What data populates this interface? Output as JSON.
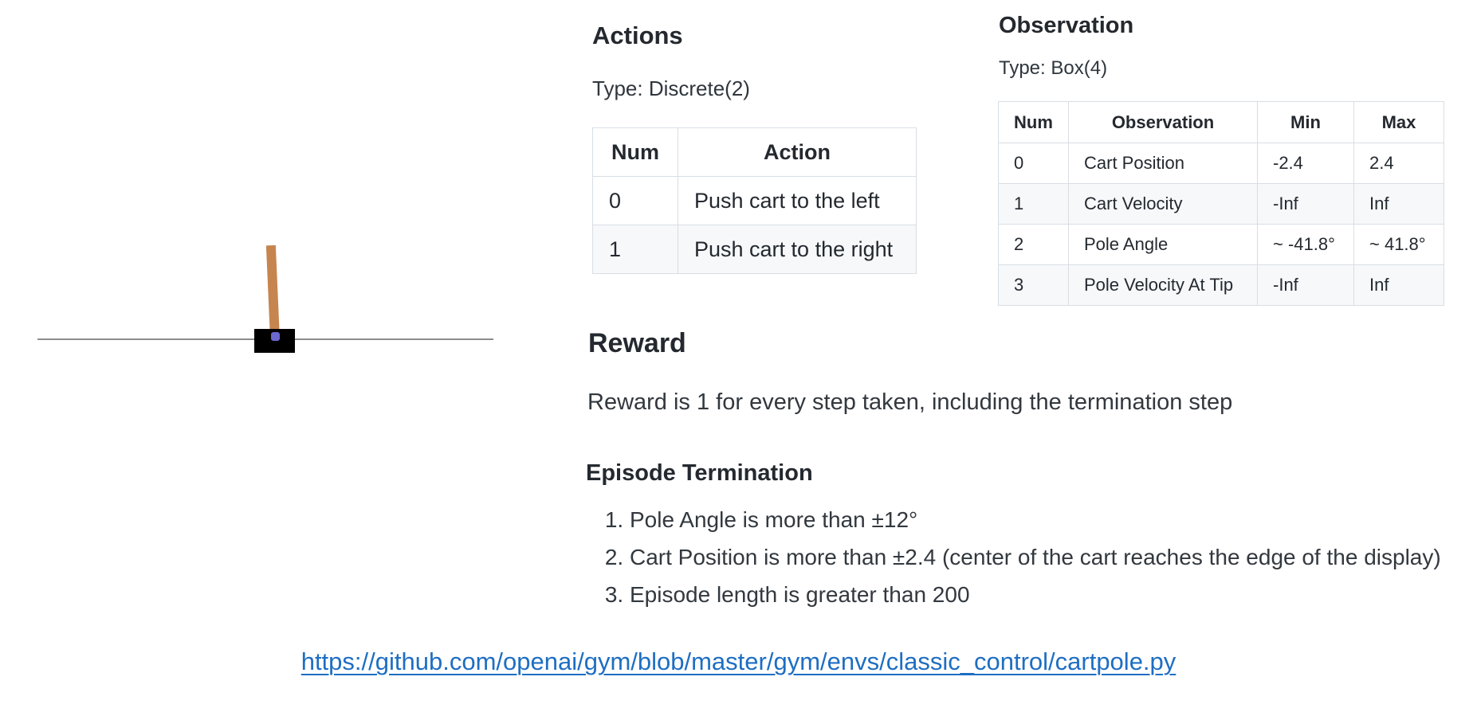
{
  "cartpole": {
    "name": "CartPole environment render",
    "track_color": "#8c8c8c",
    "cart_color": "#000000",
    "pole_color": "#c6854f",
    "axle_color": "#6b68cf"
  },
  "actions": {
    "heading": "Actions",
    "type_label": "Type: Discrete(2)",
    "table": {
      "headers": {
        "num": "Num",
        "action": "Action"
      },
      "rows": [
        {
          "num": "0",
          "action": "Push cart to the left"
        },
        {
          "num": "1",
          "action": "Push cart to the right"
        }
      ]
    }
  },
  "observation": {
    "heading": "Observation",
    "type_label": "Type: Box(4)",
    "table": {
      "headers": {
        "num": "Num",
        "observation": "Observation",
        "min": "Min",
        "max": "Max"
      },
      "rows": [
        {
          "num": "0",
          "observation": "Cart Position",
          "min": "-2.4",
          "max": "2.4"
        },
        {
          "num": "1",
          "observation": "Cart Velocity",
          "min": "-Inf",
          "max": "Inf"
        },
        {
          "num": "2",
          "observation": "Pole Angle",
          "min": "~ -41.8°",
          "max": "~ 41.8°"
        },
        {
          "num": "3",
          "observation": "Pole Velocity At Tip",
          "min": "-Inf",
          "max": "Inf"
        }
      ]
    }
  },
  "reward": {
    "heading": "Reward",
    "body": "Reward is 1 for every step taken, including the termination step"
  },
  "episode_termination": {
    "heading": "Episode Termination",
    "items": [
      "Pole Angle is more than ±12°",
      "Cart Position is more than ±2.4 (center of the cart reaches the edge of the display)",
      "Episode length is greater than 200"
    ]
  },
  "link": {
    "url": "https://github.com/openai/gym/blob/master/gym/envs/classic_control/cartpole.py",
    "color": "#1e6ec2"
  },
  "colors": {
    "text": "#24292f",
    "table_border": "#d8dee4",
    "row_alt_bg": "#f6f8fa"
  }
}
